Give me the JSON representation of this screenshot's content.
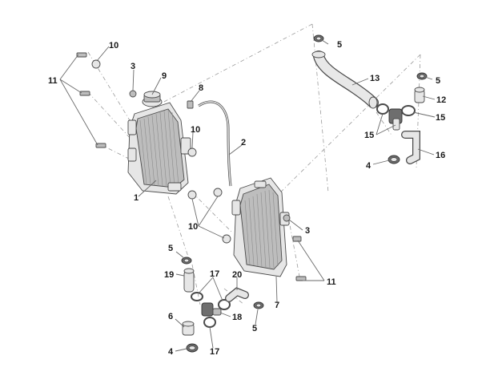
{
  "callouts": [
    {
      "id": "c1",
      "text": "1"
    },
    {
      "id": "c2",
      "text": "2"
    },
    {
      "id": "c3a",
      "text": "3"
    },
    {
      "id": "c3b",
      "text": "3"
    },
    {
      "id": "c4a",
      "text": "4"
    },
    {
      "id": "c4b",
      "text": "4"
    },
    {
      "id": "c5a",
      "text": "5"
    },
    {
      "id": "c5b",
      "text": "5"
    },
    {
      "id": "c5c",
      "text": "5"
    },
    {
      "id": "c5d",
      "text": "5"
    },
    {
      "id": "c6",
      "text": "6"
    },
    {
      "id": "c7",
      "text": "7"
    },
    {
      "id": "c8",
      "text": "8"
    },
    {
      "id": "c9",
      "text": "9"
    },
    {
      "id": "c10a",
      "text": "10"
    },
    {
      "id": "c10b",
      "text": "10"
    },
    {
      "id": "c10c",
      "text": "10"
    },
    {
      "id": "c11a",
      "text": "11"
    },
    {
      "id": "c11b",
      "text": "11"
    },
    {
      "id": "c12",
      "text": "12"
    },
    {
      "id": "c13",
      "text": "13"
    },
    {
      "id": "c15a",
      "text": "15"
    },
    {
      "id": "c15b",
      "text": "15"
    },
    {
      "id": "c16",
      "text": "16"
    },
    {
      "id": "c17a",
      "text": "17"
    },
    {
      "id": "c17b",
      "text": "17"
    },
    {
      "id": "c18",
      "text": "18"
    },
    {
      "id": "c19",
      "text": "19"
    },
    {
      "id": "c20",
      "text": "20"
    }
  ]
}
